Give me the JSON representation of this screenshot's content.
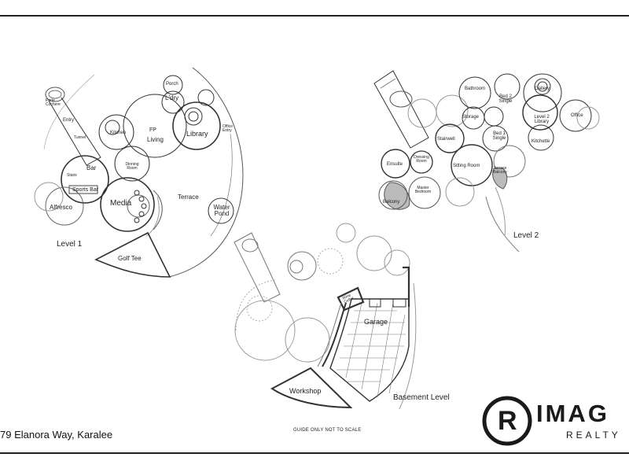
{
  "address": "79 Elanora Way, Karalee",
  "disclaimer": "GUIDE ONLY NOT TO SCALE",
  "logo": {
    "word": "IMAG",
    "sub": "REALTY",
    "glyph": "R",
    "brand_color": "#1a1a1a"
  },
  "levels": {
    "level1": {
      "title": "Level 1",
      "rooms": {
        "porte_cochere": "Porte Cochere",
        "entry": "Entry",
        "tunnel": "Tunnel",
        "porch": "Porch",
        "ldry": "L'dry",
        "kitchen": "Kitchen",
        "fp": "FP",
        "living": "Living",
        "library": "Library",
        "office_entry": "Office Entry",
        "bar": "Bar",
        "stairs": "Stairs",
        "sports_bar": "Sports Bar",
        "dining_room": "Dinning Room",
        "alfresco": "Alfresco",
        "media": "Media",
        "terrace": "Terrace",
        "water_pond": "Water Pond",
        "golf_tee": "Golf Tee"
      }
    },
    "level2": {
      "title": "Level 2",
      "rooms": {
        "bathroom": "Bathroom",
        "bed2": "Bed 2 Single",
        "gallery": "Gallery",
        "storage": "Storage",
        "level2_library": "Level 2 Library",
        "office": "Office",
        "kitchette": "Kitchette",
        "bed1": "Bed 1 Single",
        "stairwell": "Stairwell",
        "ensuite": "Ensuite",
        "dressing_room": "Dressing Room",
        "sitting_room": "Sitting Room",
        "terrace_balcony": "Terrace Balcony",
        "master_bedroom": "Master Bedroom",
        "balcony": "Balcony"
      }
    },
    "basement": {
      "title": "Basement Level",
      "rooms": {
        "wine_cellar": "Wine Cellar",
        "garage": "Garage",
        "workshop": "Workshop"
      }
    }
  }
}
